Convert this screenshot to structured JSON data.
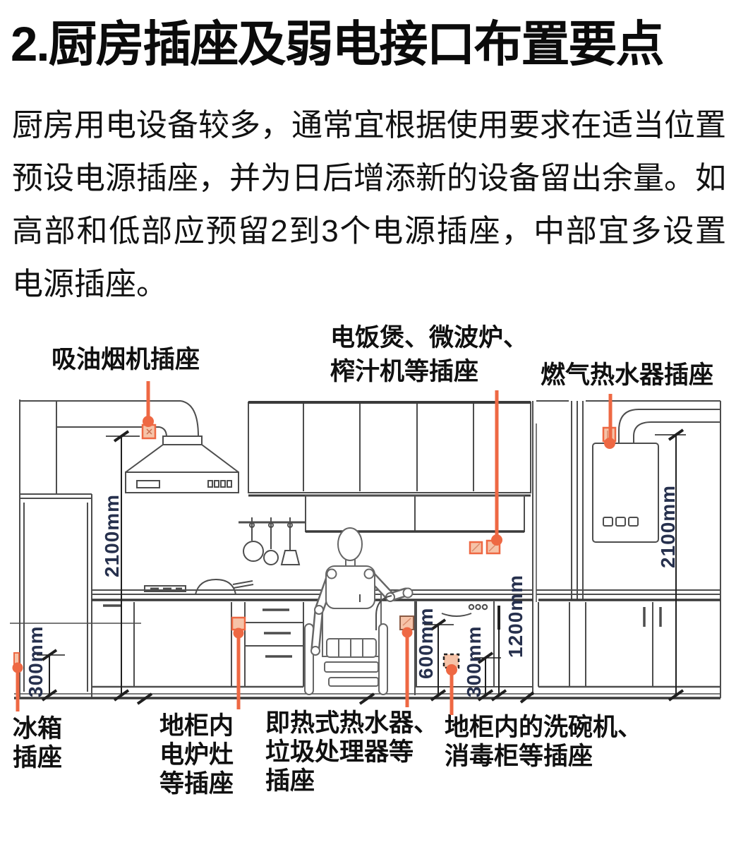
{
  "title": "2.厨房插座及弱电接口布置要点",
  "intro": "厨房用电设备较多，通常宜根据使用要求在适当位置预设电源插座，并为日后增添新的设备留出余量。如高部和低部应预留2到3个电源插座，中部宜多设置电源插座。",
  "colors": {
    "accent": "#ee6843",
    "socket_fill": "#f6c3a8",
    "line": "#4d4d4d",
    "dim_text": "#26304d"
  },
  "callouts": {
    "range_hood": "吸油烟机插座",
    "rice_cooker_microwave_juicer": "电饭煲、微波炉、\n榨汁机等插座",
    "gas_water_heater": "燃气热水器插座",
    "fridge": "冰箱\n插座",
    "base_cabinet_cooktop": "地柜内\n电炉灶\n等插座",
    "instant_heater_disposal": "即热式热水器、\n垃圾处理器等\n插座",
    "dishwasher_sterilizer": "地柜内的洗碗机、\n消毒柜等插座"
  },
  "dims": {
    "left_wall": "2100mm",
    "fridge_socket": "300mm",
    "counter_socket": "600mm",
    "dishwasher_socket": "300mm",
    "mid_wall_socket": "1200mm",
    "right_wall": "2100mm"
  }
}
